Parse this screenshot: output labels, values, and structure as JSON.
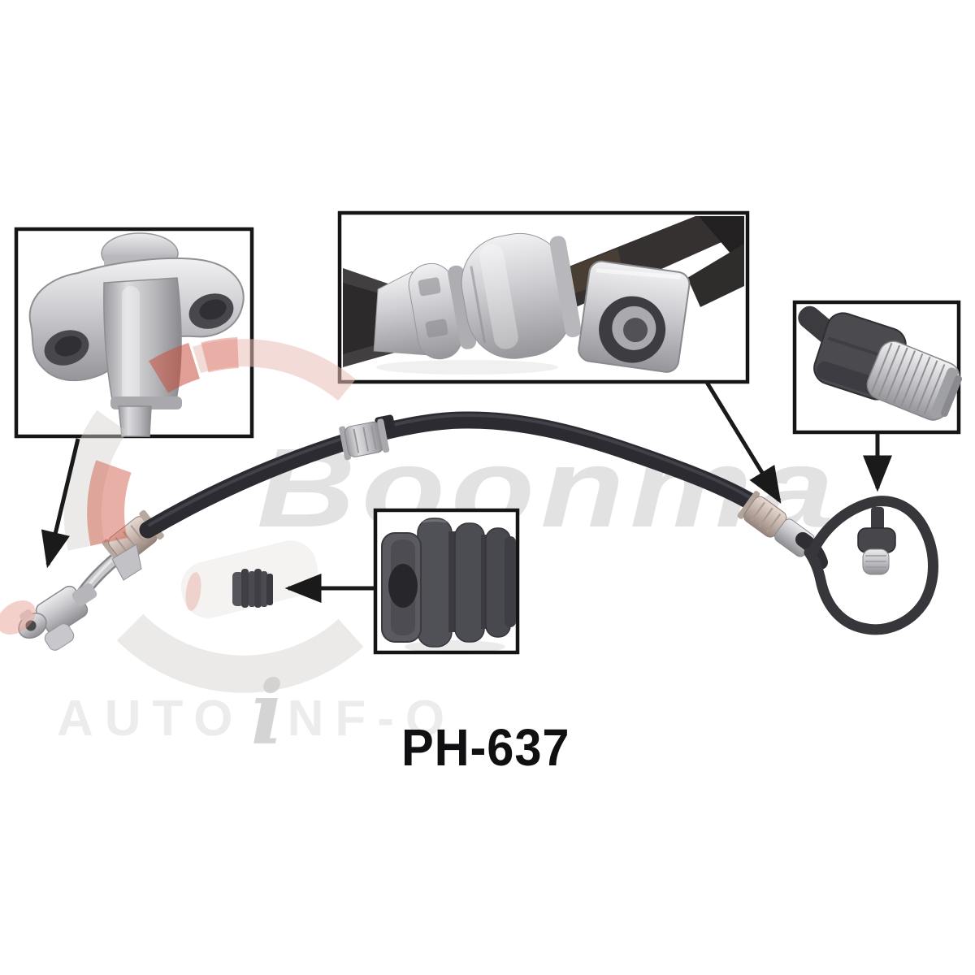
{
  "product": {
    "part_number": "PH-637"
  },
  "watermarks": {
    "brand": "Boonma",
    "autoinfo_prefix": "AUTO",
    "autoinfo_i": "i",
    "autoinfo_suffix": "NF-O"
  },
  "callouts": {
    "top_left": "mounting-flange-fitting-closeup",
    "top_center": "crimped-sleeve-and-square-nut-closeup",
    "right": "threaded-union-fitting-closeup",
    "bottom_center": "rubber-grommet-closeup"
  },
  "colors": {
    "background": "#ffffff",
    "hose_black": "#2b2b31",
    "metal_silver": "#c6c6ca",
    "metal_shadow": "#8e8e92",
    "rubber_gray": "#4a4a50",
    "crimp_pink_tint": "#cdb9b1",
    "logo_red": "#c74e3c",
    "logo_gray": "#d2d0ce",
    "watermark_text_gray": "#e2e2e2",
    "arrow_black": "#1a1a1a",
    "box_border": "#151515",
    "part_number_text": "#101012"
  }
}
